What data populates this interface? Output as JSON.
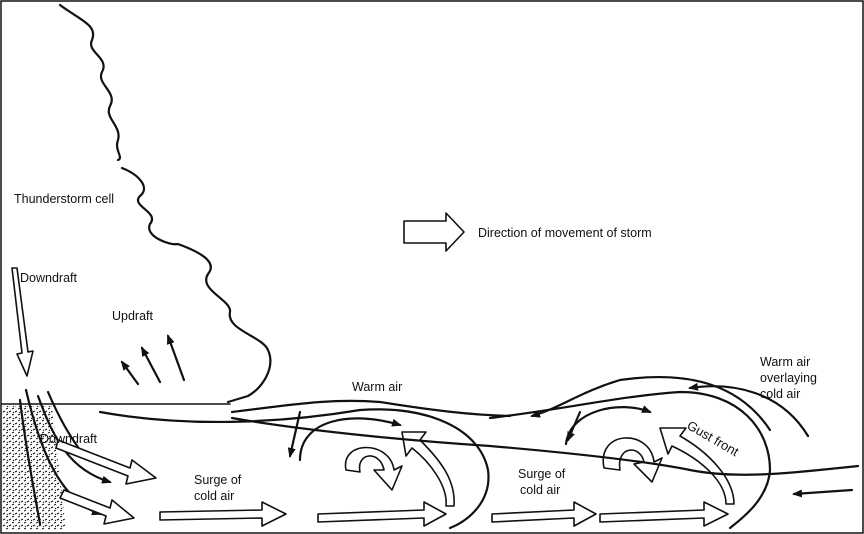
{
  "labels": {
    "thunderstorm_cell": "Thunderstorm cell",
    "downdraft_top": "Downdraft",
    "updraft": "Updraft",
    "direction": "Direction of movement of storm",
    "warm_air": "Warm air",
    "warm_air_overlaying_1": "Warm air",
    "warm_air_overlaying_2": "overlaying",
    "warm_air_overlaying_3": "cold air",
    "downdraft_bottom": "Downdraft",
    "surge_1_line1": "Surge of",
    "surge_1_line2": "cold air",
    "surge_2_line1": "Surge of",
    "surge_2_line2": "cold air",
    "gust_front": "Gust front"
  }
}
